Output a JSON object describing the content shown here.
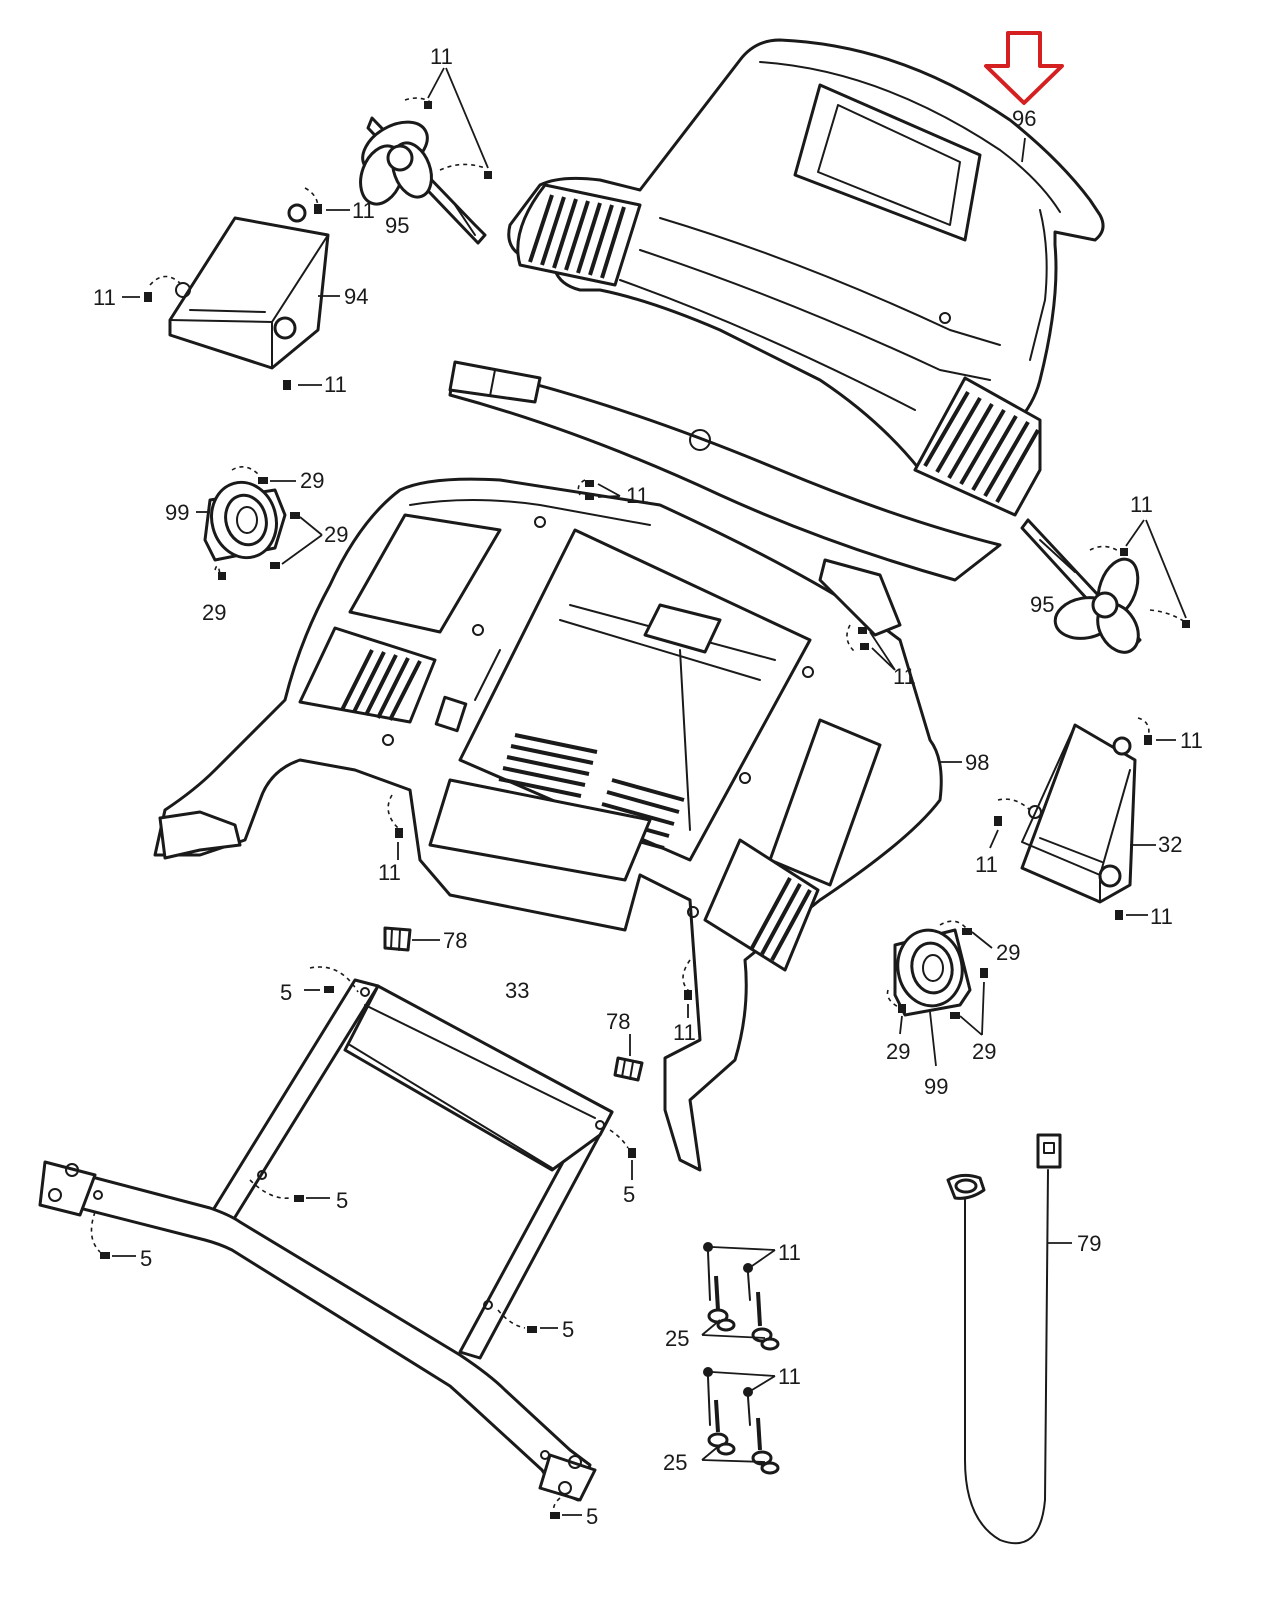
{
  "colors": {
    "ink": "#1a1a1a",
    "background": "#ffffff",
    "highlight_arrow": "#d42020"
  },
  "highlight": {
    "target_label": "96",
    "icon": "down-arrow-icon"
  },
  "callouts": {
    "c11_fan_top": "11",
    "c95_fan_top": "95",
    "c11_tray_left_top": "11",
    "c11_tray_left_side": "11",
    "c94": "94",
    "c11_tray_left_bottom": "11",
    "c96": "96",
    "c29_spk_left_top": "29",
    "c99_spk_left": "99",
    "c29_spk_left_right": "29",
    "c29_spk_left_bottom": "29",
    "c11_center_top": "11",
    "c11_fan_right": "11",
    "c95_fan_right": "95",
    "c11_right_clip": "11",
    "c11_tray_right_top": "11",
    "c98": "98",
    "c11_tray_right_side": "11",
    "c32": "32",
    "c11_tray_right_bottom": "11",
    "c11_left_bottom": "11",
    "c78_top": "78",
    "c5_frame_topleft": "5",
    "c33": "33",
    "c78_right": "78",
    "c11_lower_mid": "11",
    "c29_spk_right_top": "29",
    "c29_spk_right_left": "29",
    "c99_spk_right": "99",
    "c29_spk_right_right": "29",
    "c5_frame_right": "5",
    "c5_frame_mid": "5",
    "c5_frame_left": "5",
    "c5_frame_bottom_right": "5",
    "c5_frame_bottom": "5",
    "c11_bolts_top": "11",
    "c25_bolts_top": "25",
    "c11_bolts_bottom": "11",
    "c25_bolts_bottom": "25",
    "c79": "79"
  }
}
